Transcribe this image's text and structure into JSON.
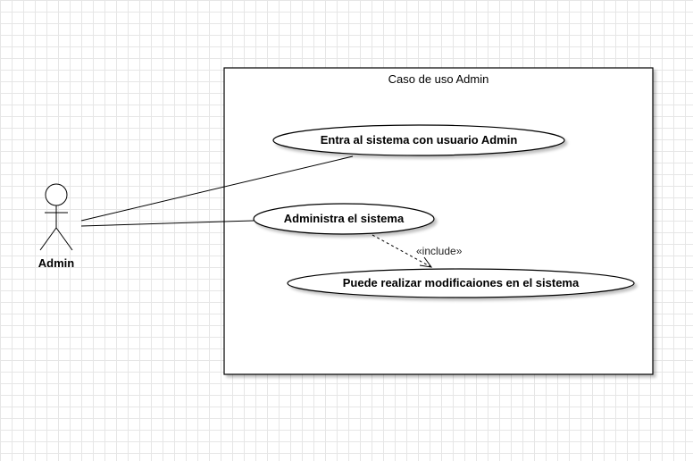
{
  "diagram": {
    "type": "uml-use-case",
    "system_boundary": {
      "title": "Caso de uso Admin"
    },
    "actor": {
      "label": "Admin"
    },
    "use_cases": [
      {
        "id": "uc1",
        "label": "Entra al sistema con usuario Admin"
      },
      {
        "id": "uc2",
        "label": "Administra el sistema"
      },
      {
        "id": "uc3",
        "label": "Puede realizar modificaiones en el sistema"
      }
    ],
    "relationships": [
      {
        "from": "actor",
        "to": "uc1",
        "type": "association"
      },
      {
        "from": "actor",
        "to": "uc2",
        "type": "association"
      },
      {
        "from": "uc2",
        "to": "uc3",
        "type": "include",
        "label": "«include»"
      }
    ]
  }
}
